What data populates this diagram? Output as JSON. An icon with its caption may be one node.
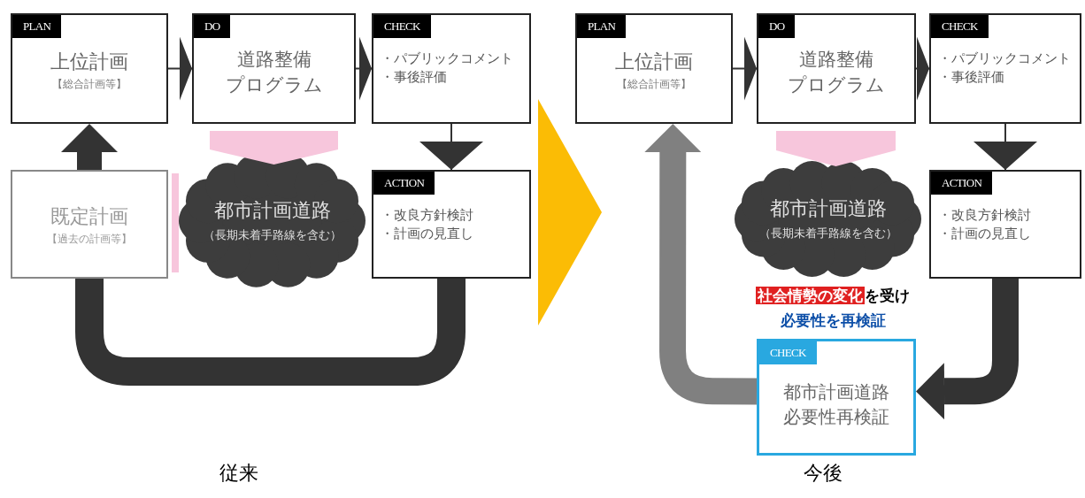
{
  "diagram": {
    "nodes": [
      {
        "text": [
          "PLAN",
          "上位計画",
          "【総合計画等】"
        ]
      },
      {
        "text": [
          "DO",
          "道路整備プログラム"
        ]
      },
      {
        "text": [
          "CHECK",
          "・パブリックコメント",
          "・事後評価"
        ]
      },
      {
        "text": [
          "既定計画",
          "【過去の計画等】"
        ]
      },
      {
        "text": [
          "都市計画道路",
          "（長期未着手路線を含む）"
        ]
      },
      {
        "text": [
          "ACTION",
          "・改良方針検討",
          "・計画の見直し"
        ]
      },
      {
        "text": [
          "PLAN",
          "上位計画",
          "【総合計画等】"
        ]
      },
      {
        "text": [
          "DO",
          "道路整備プログラム"
        ]
      },
      {
        "text": [
          "CHECK",
          "・パブリックコメント",
          "・事後評価"
        ]
      },
      {
        "text": [
          "都市計画道路",
          "（長期未着手路線を含む）"
        ]
      },
      {
        "text": [
          "ACTION",
          "・改良方針検討",
          "・計画の見直し"
        ]
      },
      {
        "text": [
          "CHECK",
          "都市計画道路必要性再検証"
        ]
      },
      {
        "text": [],
        "shape": "band"
      },
      {
        "text": [],
        "shape": "chevron"
      },
      {
        "text": [],
        "shape": "band"
      }
    ],
    "edges": [
      {
        "from": 0,
        "to": 1,
        "arrow": "to"
      },
      {
        "from": 1,
        "to": 2,
        "arrow": "to"
      },
      {
        "from": 2,
        "to": 5,
        "arrow": "to"
      },
      {
        "from": 5,
        "to": 3,
        "arrow": "none",
        "style": "thick"
      },
      {
        "from": 3,
        "to": 0,
        "arrow": "to",
        "style": "thick"
      },
      {
        "from": 6,
        "to": 7,
        "arrow": "to"
      },
      {
        "from": 7,
        "to": 8,
        "arrow": "to"
      },
      {
        "from": 8,
        "to": 10,
        "arrow": "to"
      },
      {
        "from": 10,
        "to": 11,
        "arrow": "to",
        "style": "thick"
      },
      {
        "from": 11,
        "to": 6,
        "arrow": "to",
        "style": "thick",
        "color": "#808080"
      }
    ],
    "labels": [
      "**社会情勢の変化**を受け",
      "必要性を再検証",
      "従来",
      "今後"
    ]
  }
}
